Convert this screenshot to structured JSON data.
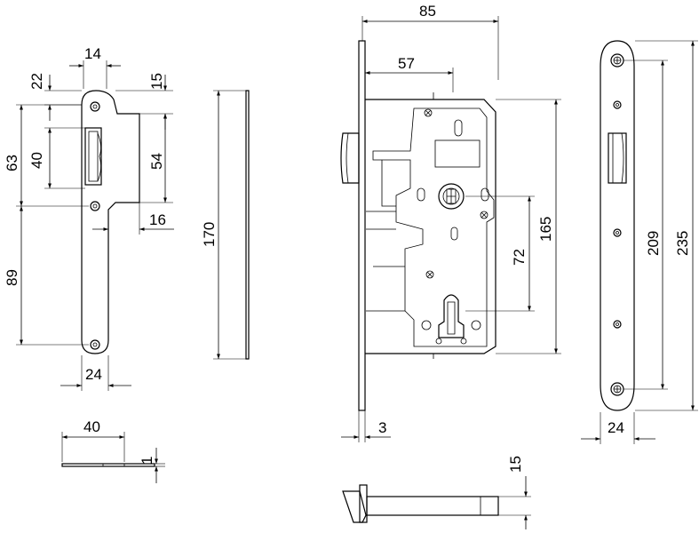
{
  "dimensions": {
    "strike_width_top": "14",
    "strike_top_offset": "22",
    "strike_right_offset": "15",
    "strike_upper_total": "63",
    "strike_slot": "40",
    "strike_lip": "54",
    "strike_depth": "16",
    "strike_lower": "89",
    "strike_width": "24",
    "strike_side_height": "170",
    "strike_plate_width": "40",
    "strike_plate_thickness": "1",
    "lock_backset_total": "85",
    "lock_backset": "57",
    "lock_centers": "72",
    "lock_body_height": "165",
    "faceplate_thickness": "3",
    "faceplate_hole_centers": "209",
    "faceplate_length": "235",
    "faceplate_width": "24",
    "latch_height": "15"
  }
}
